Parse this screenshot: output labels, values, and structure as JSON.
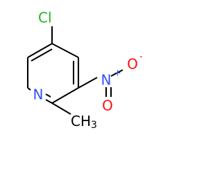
{
  "molecule": {
    "colors": {
      "bond": "#000000",
      "carbon_label": "#000000",
      "chlorine": "#1fb51f",
      "nitrogen": "#3050f8",
      "oxygen": "#ff0d0d"
    },
    "labels": {
      "chlorine": "Cl",
      "ring_nitrogen": "N",
      "nitro_nitrogen": "N",
      "nitro_plus": "+",
      "oxygen_top": "O",
      "oxygen_bottom": "O",
      "oxygen_minus": "-",
      "methyl_c": "CH",
      "methyl_h": "3"
    }
  }
}
